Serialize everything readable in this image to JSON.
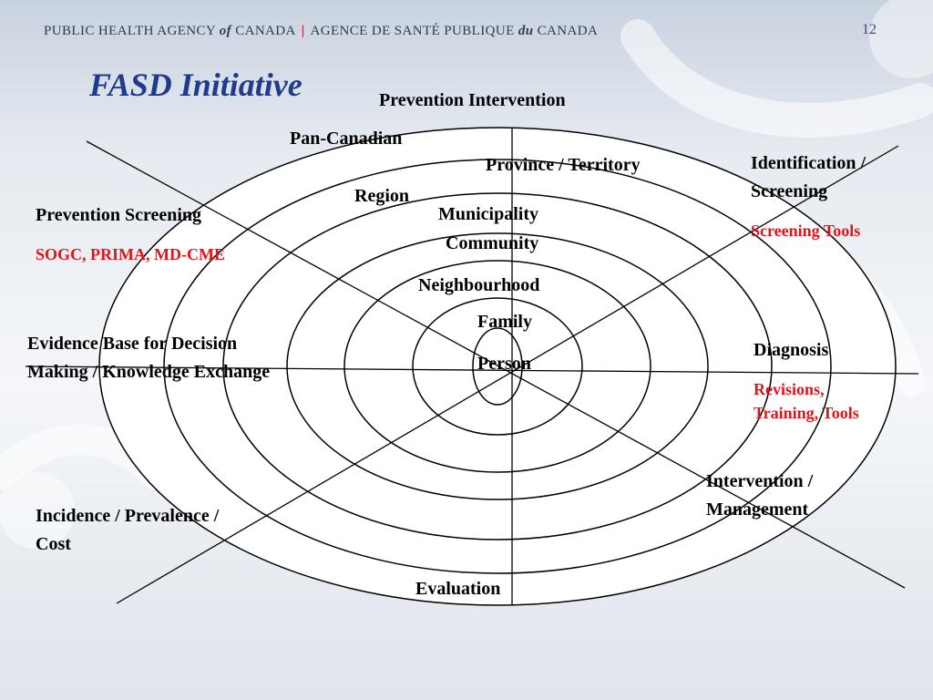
{
  "header": {
    "agency_en_1": "PUBLIC HEALTH AGENCY",
    "agency_en_of": "of",
    "agency_en_2": "CANADA",
    "separator": "|",
    "agency_fr_1": "AGENCE DE SANTÉ PUBLIQUE",
    "agency_fr_du": "du",
    "agency_fr_2": "CANADA",
    "slide_number": "12"
  },
  "title": "FASD Initiative",
  "rings": {
    "pan_canadian": "Pan-Canadian",
    "province": "Province / Territory",
    "region": "Region",
    "municipality": "Municipality",
    "community": "Community",
    "neighbourhood": "Neighbourhood",
    "family": "Family",
    "person": "Person"
  },
  "sectors": {
    "prevention_intervention": "Prevention Intervention",
    "identification_line1": "Identification /",
    "identification_line2": "Screening",
    "identification_detail": "Screening Tools",
    "prevention_screening": "Prevention Screening",
    "prevention_screening_detail": "SOGC, PRIMA, MD-CME",
    "evidence_line1": "Evidence Base for Decision",
    "evidence_line2": "Making / Knowledge Exchange",
    "diagnosis": "Diagnosis",
    "diagnosis_detail_line1": "Revisions,",
    "diagnosis_detail_line2": "Training, Tools",
    "intervention_line1": "Intervention /",
    "intervention_line2": "Management",
    "incidence_line1": "Incidence / Prevalence /",
    "incidence_line2": "Cost",
    "evaluation": "Evaluation"
  },
  "colors": {
    "title": "#1f3c8c",
    "detail_text": "#e0141c",
    "header_text": "#2d3a55",
    "header_separator": "#c0202a"
  }
}
